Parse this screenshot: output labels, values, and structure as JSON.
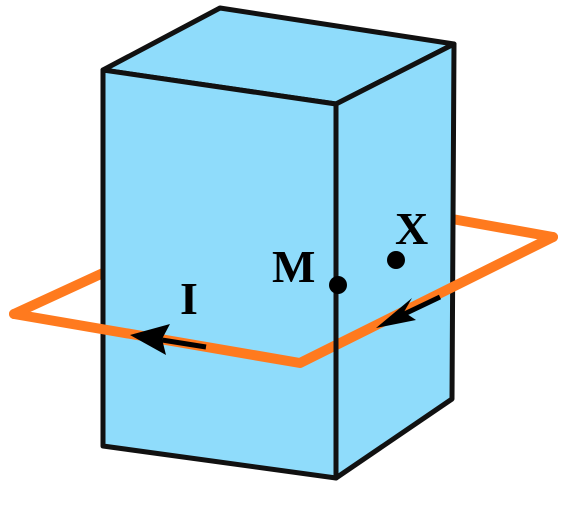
{
  "labels": {
    "point_m": "M",
    "point_x": "X",
    "current": "I"
  },
  "colors": {
    "box_fill": "#8fdcfb",
    "box_stroke": "#111111",
    "loop": "#ff7a1e",
    "arrow": "#000000",
    "point": "#000000",
    "background": "#ffffff"
  }
}
